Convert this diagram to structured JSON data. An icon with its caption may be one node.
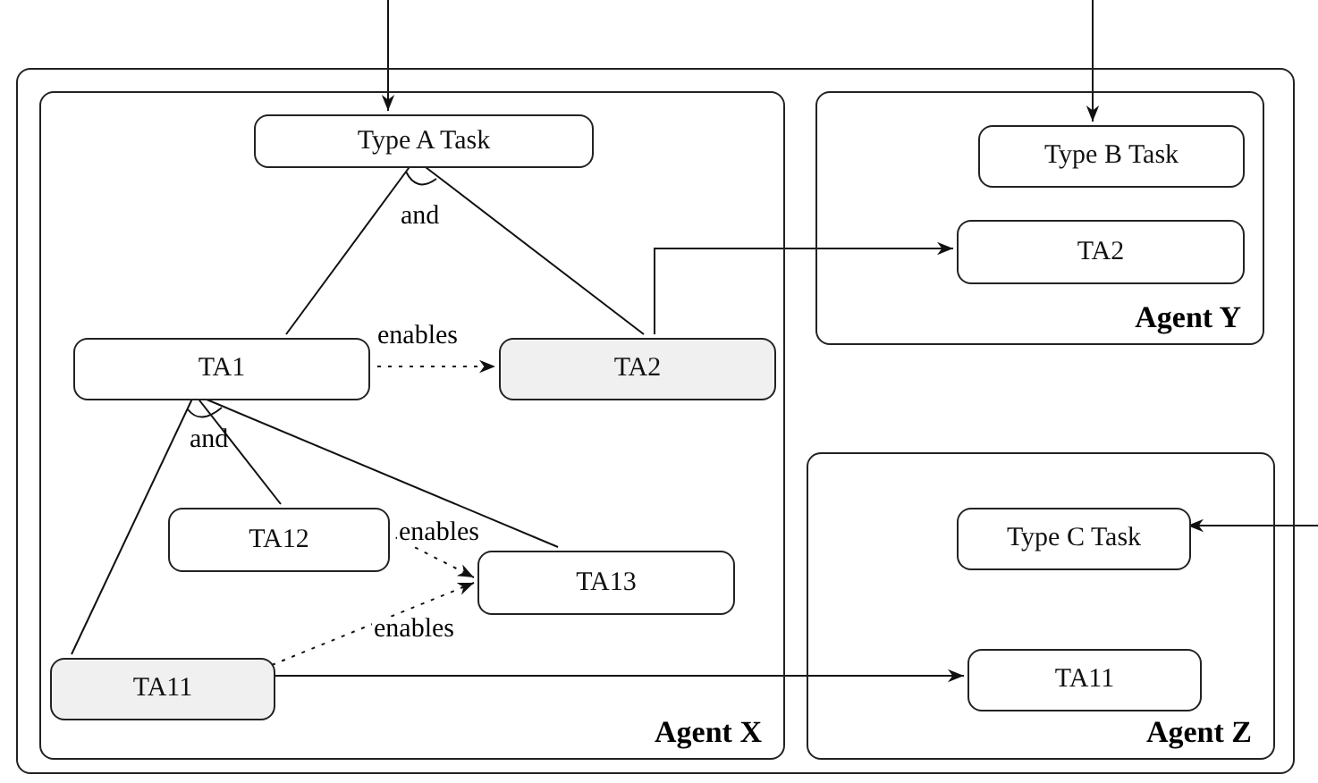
{
  "diagram": {
    "nodes": [
      {
        "text": [],
        "shape": "box"
      },
      {
        "text": [
          "Agent X"
        ],
        "in": 0
      },
      {
        "text": [
          "Type A Task"
        ],
        "in": 1
      },
      {
        "text": [
          "TA1"
        ],
        "in": 1
      },
      {
        "text": [
          "TA2"
        ],
        "in": 1
      },
      {
        "text": [
          "TA12"
        ],
        "in": 1
      },
      {
        "text": [
          "TA13"
        ],
        "in": 1
      },
      {
        "text": [
          "TA11"
        ],
        "in": 1
      },
      {
        "text": [
          "Agent Y"
        ],
        "in": 0
      },
      {
        "text": [
          "Type B Task"
        ],
        "in": 8
      },
      {
        "text": [
          "TA2"
        ],
        "in": 8
      },
      {
        "text": [
          "Agent Z"
        ],
        "in": 0
      },
      {
        "text": [
          "Type C Task"
        ],
        "in": 11
      },
      {
        "text": [
          "TA11"
        ],
        "in": 11
      }
    ],
    "edges": [
      {
        "from": null,
        "to": 2,
        "arrow": "to"
      },
      {
        "from": 2,
        "to": 3,
        "arrow": "none"
      },
      {
        "from": 2,
        "to": 4,
        "arrow": "none"
      },
      {
        "from": 3,
        "to": 4,
        "arrow": "to",
        "label": "enables",
        "style": "dashed"
      },
      {
        "from": 4,
        "to": 10,
        "arrow": "to"
      },
      {
        "from": 3,
        "to": 7,
        "arrow": "none"
      },
      {
        "from": 3,
        "to": 5,
        "arrow": "none"
      },
      {
        "from": 3,
        "to": 6,
        "arrow": "none"
      },
      {
        "from": 5,
        "to": 6,
        "arrow": "to",
        "label": "enables",
        "style": "dashed"
      },
      {
        "from": 7,
        "to": 6,
        "arrow": "to",
        "label": "enables",
        "style": "dashed"
      },
      {
        "from": 7,
        "to": 13,
        "arrow": "to"
      },
      {
        "from": null,
        "to": 9,
        "arrow": "to"
      },
      {
        "from": null,
        "to": 12,
        "arrow": "to"
      }
    ],
    "labels": [
      "and",
      "and"
    ]
  }
}
